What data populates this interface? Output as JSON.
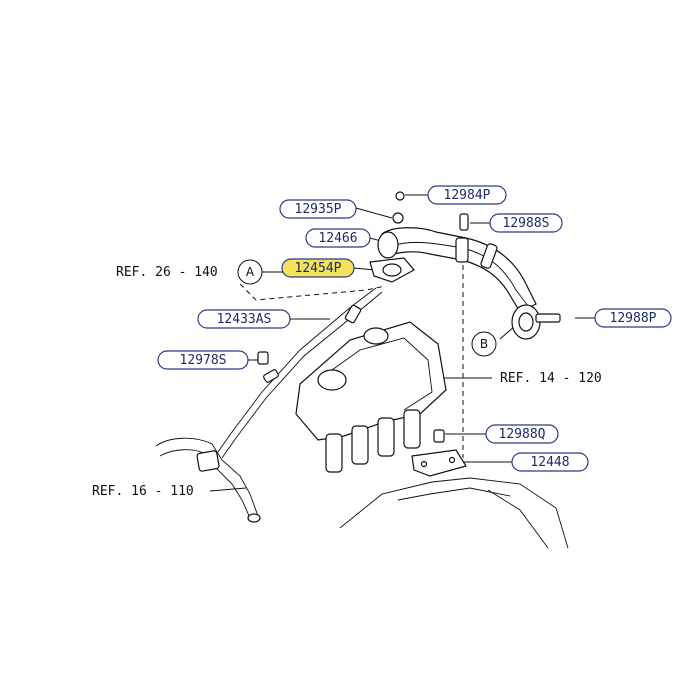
{
  "parts": {
    "p12984P": "12984P",
    "p12935P": "12935P",
    "p12988S": "12988S",
    "p12466": "12466",
    "p12454P": "12454P",
    "p12433AS": "12433AS",
    "p12988P": "12988P",
    "p12978S": "12978S",
    "p12988Q": "12988Q",
    "p12448": "12448"
  },
  "refs": {
    "ref26": "REF. 26 - 140",
    "ref14": "REF. 14 - 120",
    "ref16": "REF. 16 - 110"
  },
  "markers": {
    "a": "A",
    "b": "B"
  },
  "colors": {
    "label_border": "#2b3a86",
    "highlight": "#f3e25a",
    "line": "#111111"
  }
}
